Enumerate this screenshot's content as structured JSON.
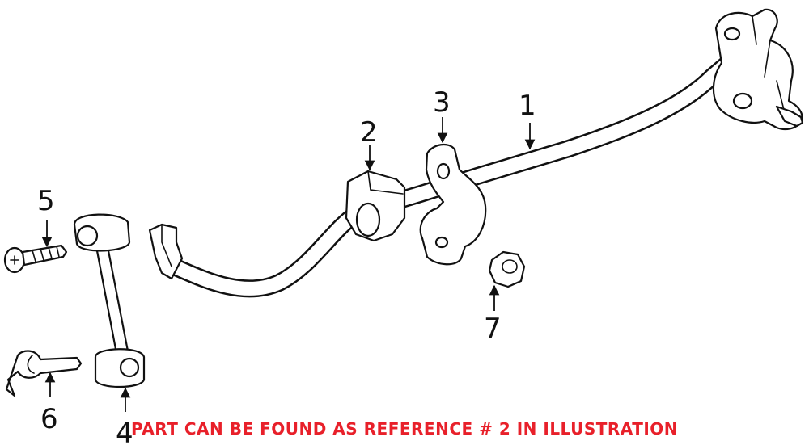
{
  "callouts": [
    {
      "id": "1",
      "label": "1"
    },
    {
      "id": "2",
      "label": "2"
    },
    {
      "id": "3",
      "label": "3"
    },
    {
      "id": "4",
      "label": "4"
    },
    {
      "id": "5",
      "label": "5"
    },
    {
      "id": "6",
      "label": "6"
    },
    {
      "id": "7",
      "label": "7"
    }
  ],
  "caption": {
    "text": "PART CAN BE FOUND AS REFERENCE # 2 IN ILLUSTRATION",
    "color": "#e8202a"
  },
  "colors": {
    "line": "#111111",
    "background": "#ffffff"
  }
}
